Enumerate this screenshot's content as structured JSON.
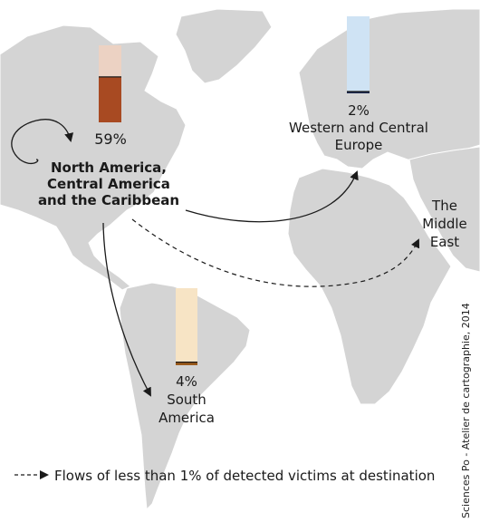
{
  "bars": [
    {
      "region": "na",
      "share": 59,
      "bar_color": "#a84a22",
      "cap_color": "#ecd2c3",
      "outline": "none"
    },
    {
      "region": "eu",
      "share": 2,
      "bar_color": "#1e2a52",
      "cap_color": "#cfe3f4",
      "outline": "none"
    },
    {
      "region": "sa",
      "share": 4,
      "bar_color": "#9a5a1a",
      "cap_color": "#f7e4c5",
      "outline": "none"
    }
  ],
  "labels": {
    "na_pct": "59%",
    "na_line1": "North America,",
    "na_line2": "Central America",
    "na_line3": "and the Caribbean",
    "eu_pct": "2%",
    "eu_line1": "Western and Central",
    "eu_line2": "Europe",
    "me_line1": "The",
    "me_line2": "Middle",
    "me_line3": "East",
    "sa_pct": "4%",
    "sa_line1": "South",
    "sa_line2": "America"
  },
  "legend": {
    "text": "Flows of less than 1% of detected victims at destination"
  },
  "credit": "Sciences Po - Atelier de cartographie, 2014",
  "colors": {
    "land": "#d4d4d4",
    "sea": "#ffffff",
    "arrow": "#1a1a1a"
  }
}
